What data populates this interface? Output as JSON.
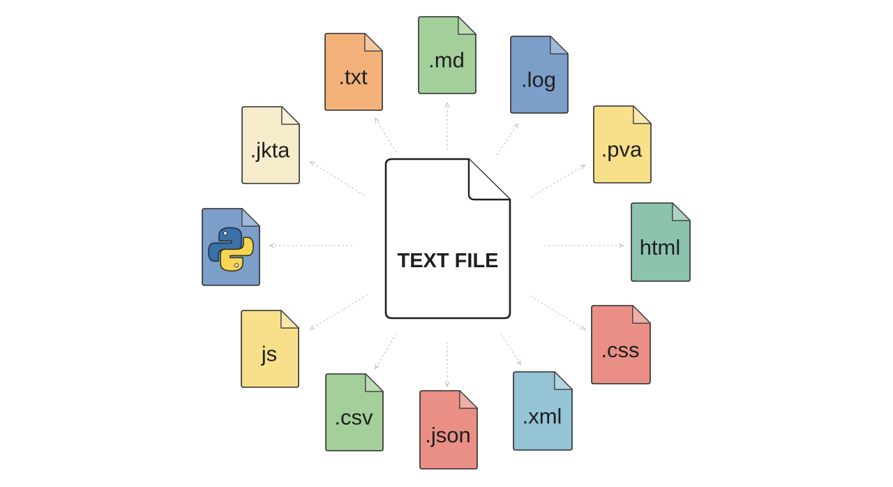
{
  "center": {
    "label": "TEXT FILE"
  },
  "files": [
    {
      "label": ".txt",
      "color": "#f2b27a",
      "icon": ""
    },
    {
      "label": ".md",
      "color": "#a4cf9a",
      "icon": ""
    },
    {
      "label": ".log",
      "color": "#7c9fc9",
      "icon": ""
    },
    {
      "label": ".jkta",
      "color": "#f6ebcb",
      "icon": ""
    },
    {
      "label": ".pva",
      "color": "#f8e08a",
      "icon": ""
    },
    {
      "label": "",
      "color": "#7c9fc9",
      "icon": "python-logo-icon"
    },
    {
      "label": "html",
      "color": "#8cc3ad",
      "icon": ""
    },
    {
      "label": "js",
      "color": "#f8e08a",
      "icon": ""
    },
    {
      "label": ".css",
      "color": "#e98f85",
      "icon": ""
    },
    {
      "label": ".csv",
      "color": "#a4cf9a",
      "icon": ""
    },
    {
      "label": ".json",
      "color": "#e98f85",
      "icon": ""
    },
    {
      "label": ".xml",
      "color": "#94c4d6",
      "icon": ""
    }
  ]
}
